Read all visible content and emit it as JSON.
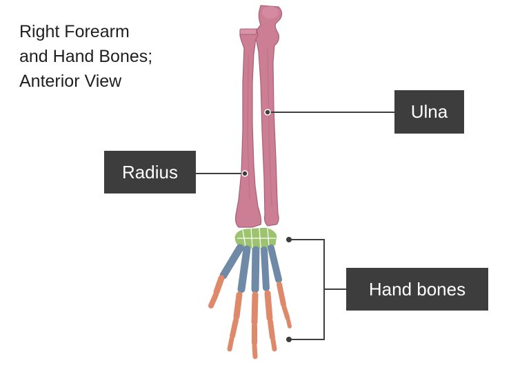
{
  "title": {
    "lines": [
      "Right Forearm",
      "and Hand Bones;",
      "Anterior View"
    ]
  },
  "labels": {
    "ulna": "Ulna",
    "radius": "Radius",
    "hand_bones": "Hand bones"
  },
  "colors": {
    "forearm_bones": "#cc7e95",
    "carpals": "#9dc36e",
    "metacarpals": "#6e8aa6",
    "phalanges": "#de8a6a",
    "label_background": "#3d3d3d",
    "leader_line": "#3d3d3d"
  }
}
